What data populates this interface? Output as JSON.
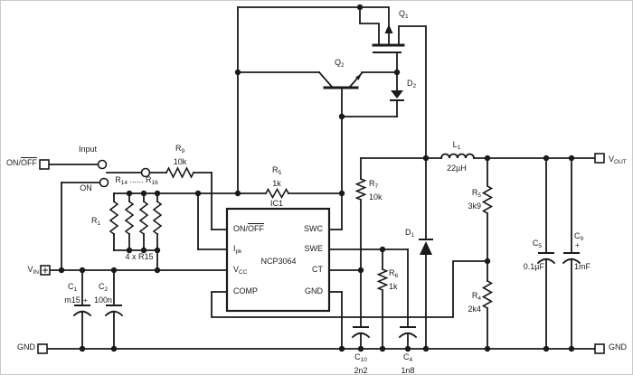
{
  "terminals": {
    "on_off": {
      "pre": "ON/",
      "over": "OFF"
    },
    "input": "Input",
    "on": "ON",
    "vin": {
      "ref": "V",
      "sub": "IN"
    },
    "gnd_left": "GND",
    "vout": {
      "ref": "V",
      "sub": "OUT"
    },
    "gnd_right": "GND"
  },
  "ic1": {
    "designator": "IC1",
    "part": "NCP3064",
    "pin_on_off": {
      "pre": "ON/",
      "over": "OFF"
    },
    "pin_ipk": {
      "ref": "I",
      "sub": "pk"
    },
    "pin_vcc": {
      "ref": "V",
      "sub": "CC"
    },
    "pin_comp": "COMP",
    "pin_swc": "SWC",
    "pin_swe": "SWE",
    "pin_ct": "CT",
    "pin_gnd": "GND"
  },
  "components": {
    "q1": {
      "ref": "Q",
      "sub": "1"
    },
    "q2": {
      "ref": "Q",
      "sub": "2"
    },
    "d1": {
      "ref": "D",
      "sub": "1"
    },
    "d2": {
      "ref": "D",
      "sub": "2"
    },
    "l1": {
      "ref": "L",
      "sub": "1",
      "value": "22µH"
    },
    "r9": {
      "ref": "R",
      "sub": "9",
      "value": "10k"
    },
    "r5a": {
      "ref": "R",
      "sub": "5",
      "value": "1k"
    },
    "r7": {
      "ref": "R",
      "sub": "7",
      "value": "10k"
    },
    "r6": {
      "ref": "R",
      "sub": "6",
      "value": "1k"
    },
    "r5b": {
      "ref": "R",
      "sub": "5",
      "value": "3k9"
    },
    "r4": {
      "ref": "R",
      "sub": "4",
      "value": "2k4"
    },
    "r1": {
      "ref": "R",
      "sub": "1"
    },
    "bank_top": {
      "a": "R",
      "a_sub": "14",
      "dots": " ...... ",
      "b": "R",
      "b_sub": "16"
    },
    "bank_note": "4 x R15",
    "c1": {
      "ref": "C",
      "sub": "1",
      "value": "m15",
      "plus": "+"
    },
    "c2": {
      "ref": "C",
      "sub": "2",
      "value": "100n"
    },
    "c10": {
      "ref": "C",
      "sub": "10",
      "value": "2n2"
    },
    "c4": {
      "ref": "C",
      "sub": "4",
      "value": "1n8"
    },
    "c5": {
      "ref": "C",
      "sub": "5",
      "value": "0.1µF"
    },
    "c9": {
      "ref": "C",
      "sub": "9",
      "value": "1mF",
      "plus": "+"
    }
  }
}
